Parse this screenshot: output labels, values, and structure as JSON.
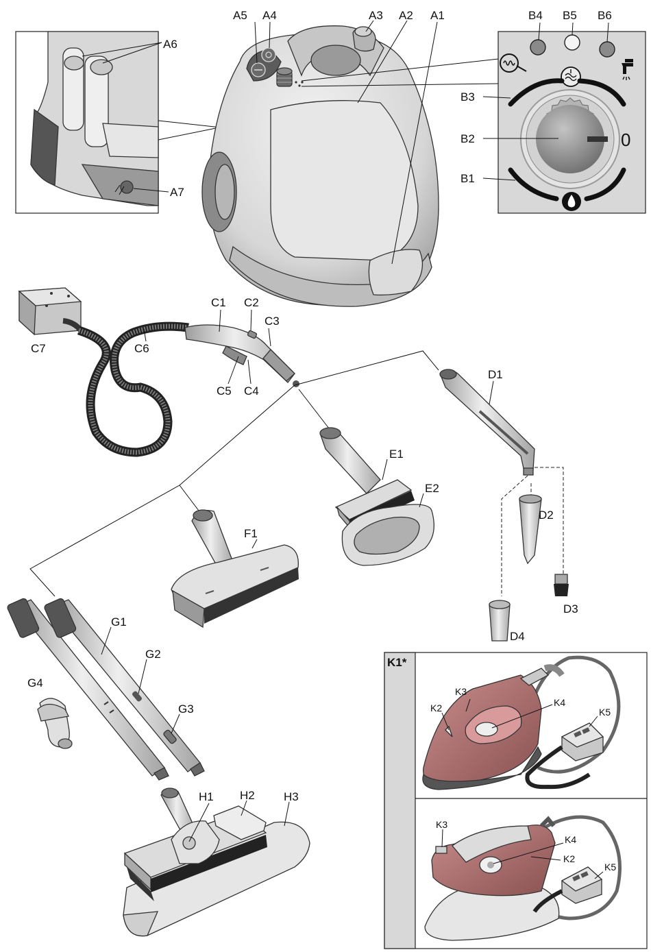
{
  "labels": {
    "A1": "A1",
    "A2": "A2",
    "A3": "A3",
    "A4": "A4",
    "A5": "A5",
    "A6": "A6",
    "A7": "A7",
    "B1": "B1",
    "B2": "B2",
    "B3": "B3",
    "B4": "B4",
    "B5": "B5",
    "B6": "B6",
    "B_zero": "0",
    "C1": "C1",
    "C2": "C2",
    "C3": "C3",
    "C4": "C4",
    "C5": "C5",
    "C6": "C6",
    "C7": "C7",
    "D1": "D1",
    "D2": "D2",
    "D3": "D3",
    "D4": "D4",
    "E1": "E1",
    "E2": "E2",
    "F1": "F1",
    "G1": "G1",
    "G2": "G2",
    "G3": "G3",
    "G4": "G4",
    "H1": "H1",
    "H2": "H2",
    "H3": "H3",
    "K1": "K1*",
    "K2": "K2",
    "K3": "K3",
    "K4": "K4",
    "K5": "K5"
  },
  "colors": {
    "body_light": "#e4e4e4",
    "body_mid": "#c8c8c8",
    "body_dark": "#8a8a8a",
    "panel_bg": "#dcdcdc",
    "dial_dark": "#777777",
    "accessory": "#d0d0d0",
    "iron_red": "#a86a6a",
    "line": "#111111"
  },
  "icons": [
    "steam-spiral-icon",
    "steam-burst-icon",
    "water-drop-icon",
    "tap-water-icon"
  ]
}
